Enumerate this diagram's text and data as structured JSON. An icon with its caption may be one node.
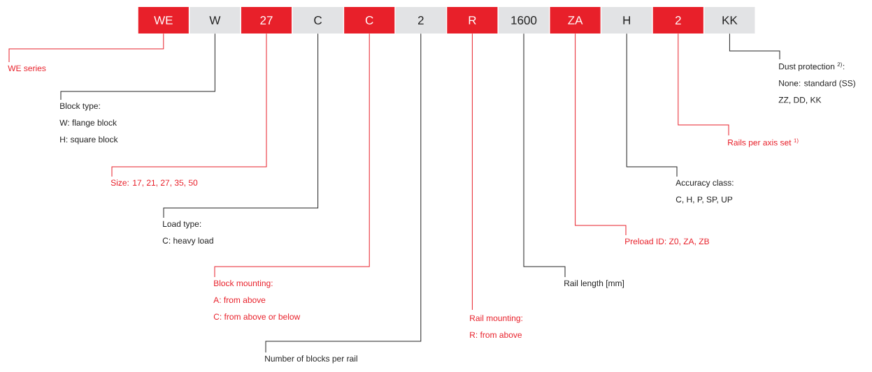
{
  "diagram": {
    "nodes": [
      {
        "text": [
          "WE"
        ]
      },
      {
        "text": [
          "W"
        ]
      },
      {
        "text": [
          "27"
        ]
      },
      {
        "text": [
          "C"
        ]
      },
      {
        "text": [
          "C"
        ]
      },
      {
        "text": [
          "2"
        ]
      },
      {
        "text": [
          "R"
        ]
      },
      {
        "text": [
          "1600"
        ]
      },
      {
        "text": [
          "ZA"
        ]
      },
      {
        "text": [
          "H"
        ]
      },
      {
        "text": [
          "2"
        ]
      },
      {
        "text": [
          "KK"
        ]
      },
      {
        "text": [
          "WE series"
        ]
      },
      {
        "text": [
          "Block type:",
          "W: flange block",
          "H: square block"
        ]
      },
      {
        "text": [
          "Size: 17, 21, 27, 35, 50"
        ]
      },
      {
        "text": [
          "Load type:",
          "C: heavy load"
        ]
      },
      {
        "text": [
          "Block mounting:",
          "A: from above",
          "C: from above or below"
        ]
      },
      {
        "text": [
          "Number of blocks per rail"
        ]
      },
      {
        "text": [
          "Rail mounting:",
          "R: from above"
        ]
      },
      {
        "text": [
          "Rail length [mm]"
        ]
      },
      {
        "text": [
          "Preload ID: Z0, ZA, ZB"
        ]
      },
      {
        "text": [
          "Accuracy class:",
          "C, H, P, SP, UP"
        ]
      },
      {
        "text": [
          "Rails per axis set $^{1)}$"
        ]
      },
      {
        "text": [
          "Dust protection $^{2)}$:",
          "None: standard (SS)",
          "ZZ, DD, KK"
        ]
      }
    ],
    "edges": [
      {
        "from": 0,
        "to": 12,
        "arrow": "none",
        "color": "#e8202a"
      },
      {
        "from": 1,
        "to": 13,
        "arrow": "none",
        "color": "#222222"
      },
      {
        "from": 2,
        "to": 14,
        "arrow": "none",
        "color": "#e8202a"
      },
      {
        "from": 3,
        "to": 15,
        "arrow": "none",
        "color": "#222222"
      },
      {
        "from": 4,
        "to": 16,
        "arrow": "none",
        "color": "#e8202a"
      },
      {
        "from": 5,
        "to": 17,
        "arrow": "none",
        "color": "#222222"
      },
      {
        "from": 6,
        "to": 18,
        "arrow": "none",
        "color": "#e8202a"
      },
      {
        "from": 7,
        "to": 19,
        "arrow": "none",
        "color": "#222222"
      },
      {
        "from": 8,
        "to": 20,
        "arrow": "none",
        "color": "#e8202a"
      },
      {
        "from": 9,
        "to": 21,
        "arrow": "none",
        "color": "#222222"
      },
      {
        "from": 10,
        "to": 22,
        "arrow": "none",
        "color": "#e8202a"
      },
      {
        "from": 11,
        "to": 23,
        "arrow": "none",
        "color": "#222222"
      }
    ]
  }
}
